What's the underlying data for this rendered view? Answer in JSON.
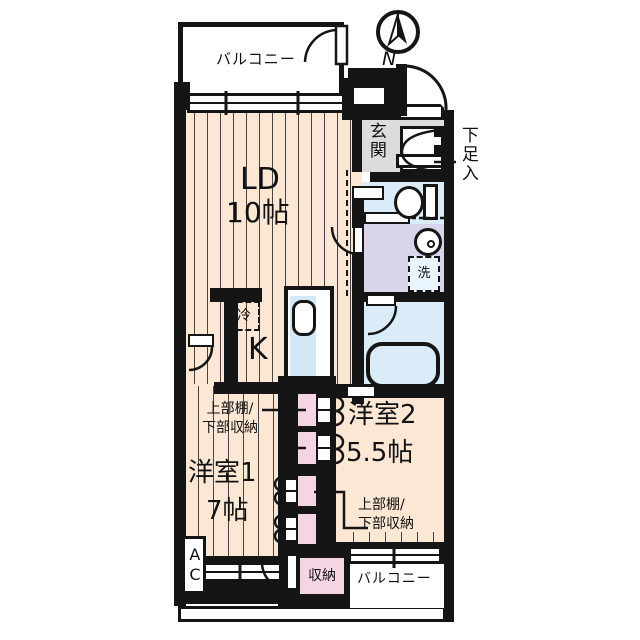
{
  "plan": {
    "compass_label": "N",
    "balcony_top_label": "バルコニー",
    "balcony_bottom_label": "バルコニー",
    "genkan_label": "玄関",
    "shoe_storage_label": "下足入",
    "ld_name": "LD",
    "ld_size": "10帖",
    "kitchen_label": "K",
    "fridge_label": "冷",
    "washer_label": "洗",
    "bedroom2_name": "洋室2",
    "bedroom2_size": "5.5帖",
    "bedroom1_name": "洋室1",
    "bedroom1_size": "7帖",
    "storage_note_top_line1": "上部棚/",
    "storage_note_top_line2": "下部収納",
    "storage_note_bottom_line1": "上部棚/",
    "storage_note_bottom_line2": "下部収納",
    "closet_label": "収納",
    "ac_label": "AC"
  },
  "colors": {
    "wall": "#151515",
    "floor": "#FBE7D4",
    "genkan": "#DCDCDC",
    "wet-blue": "#D9ECF8",
    "washroom": "#D9D4E9",
    "pink": "#F5D4E4",
    "counter-blue": "#D2E8F6"
  }
}
